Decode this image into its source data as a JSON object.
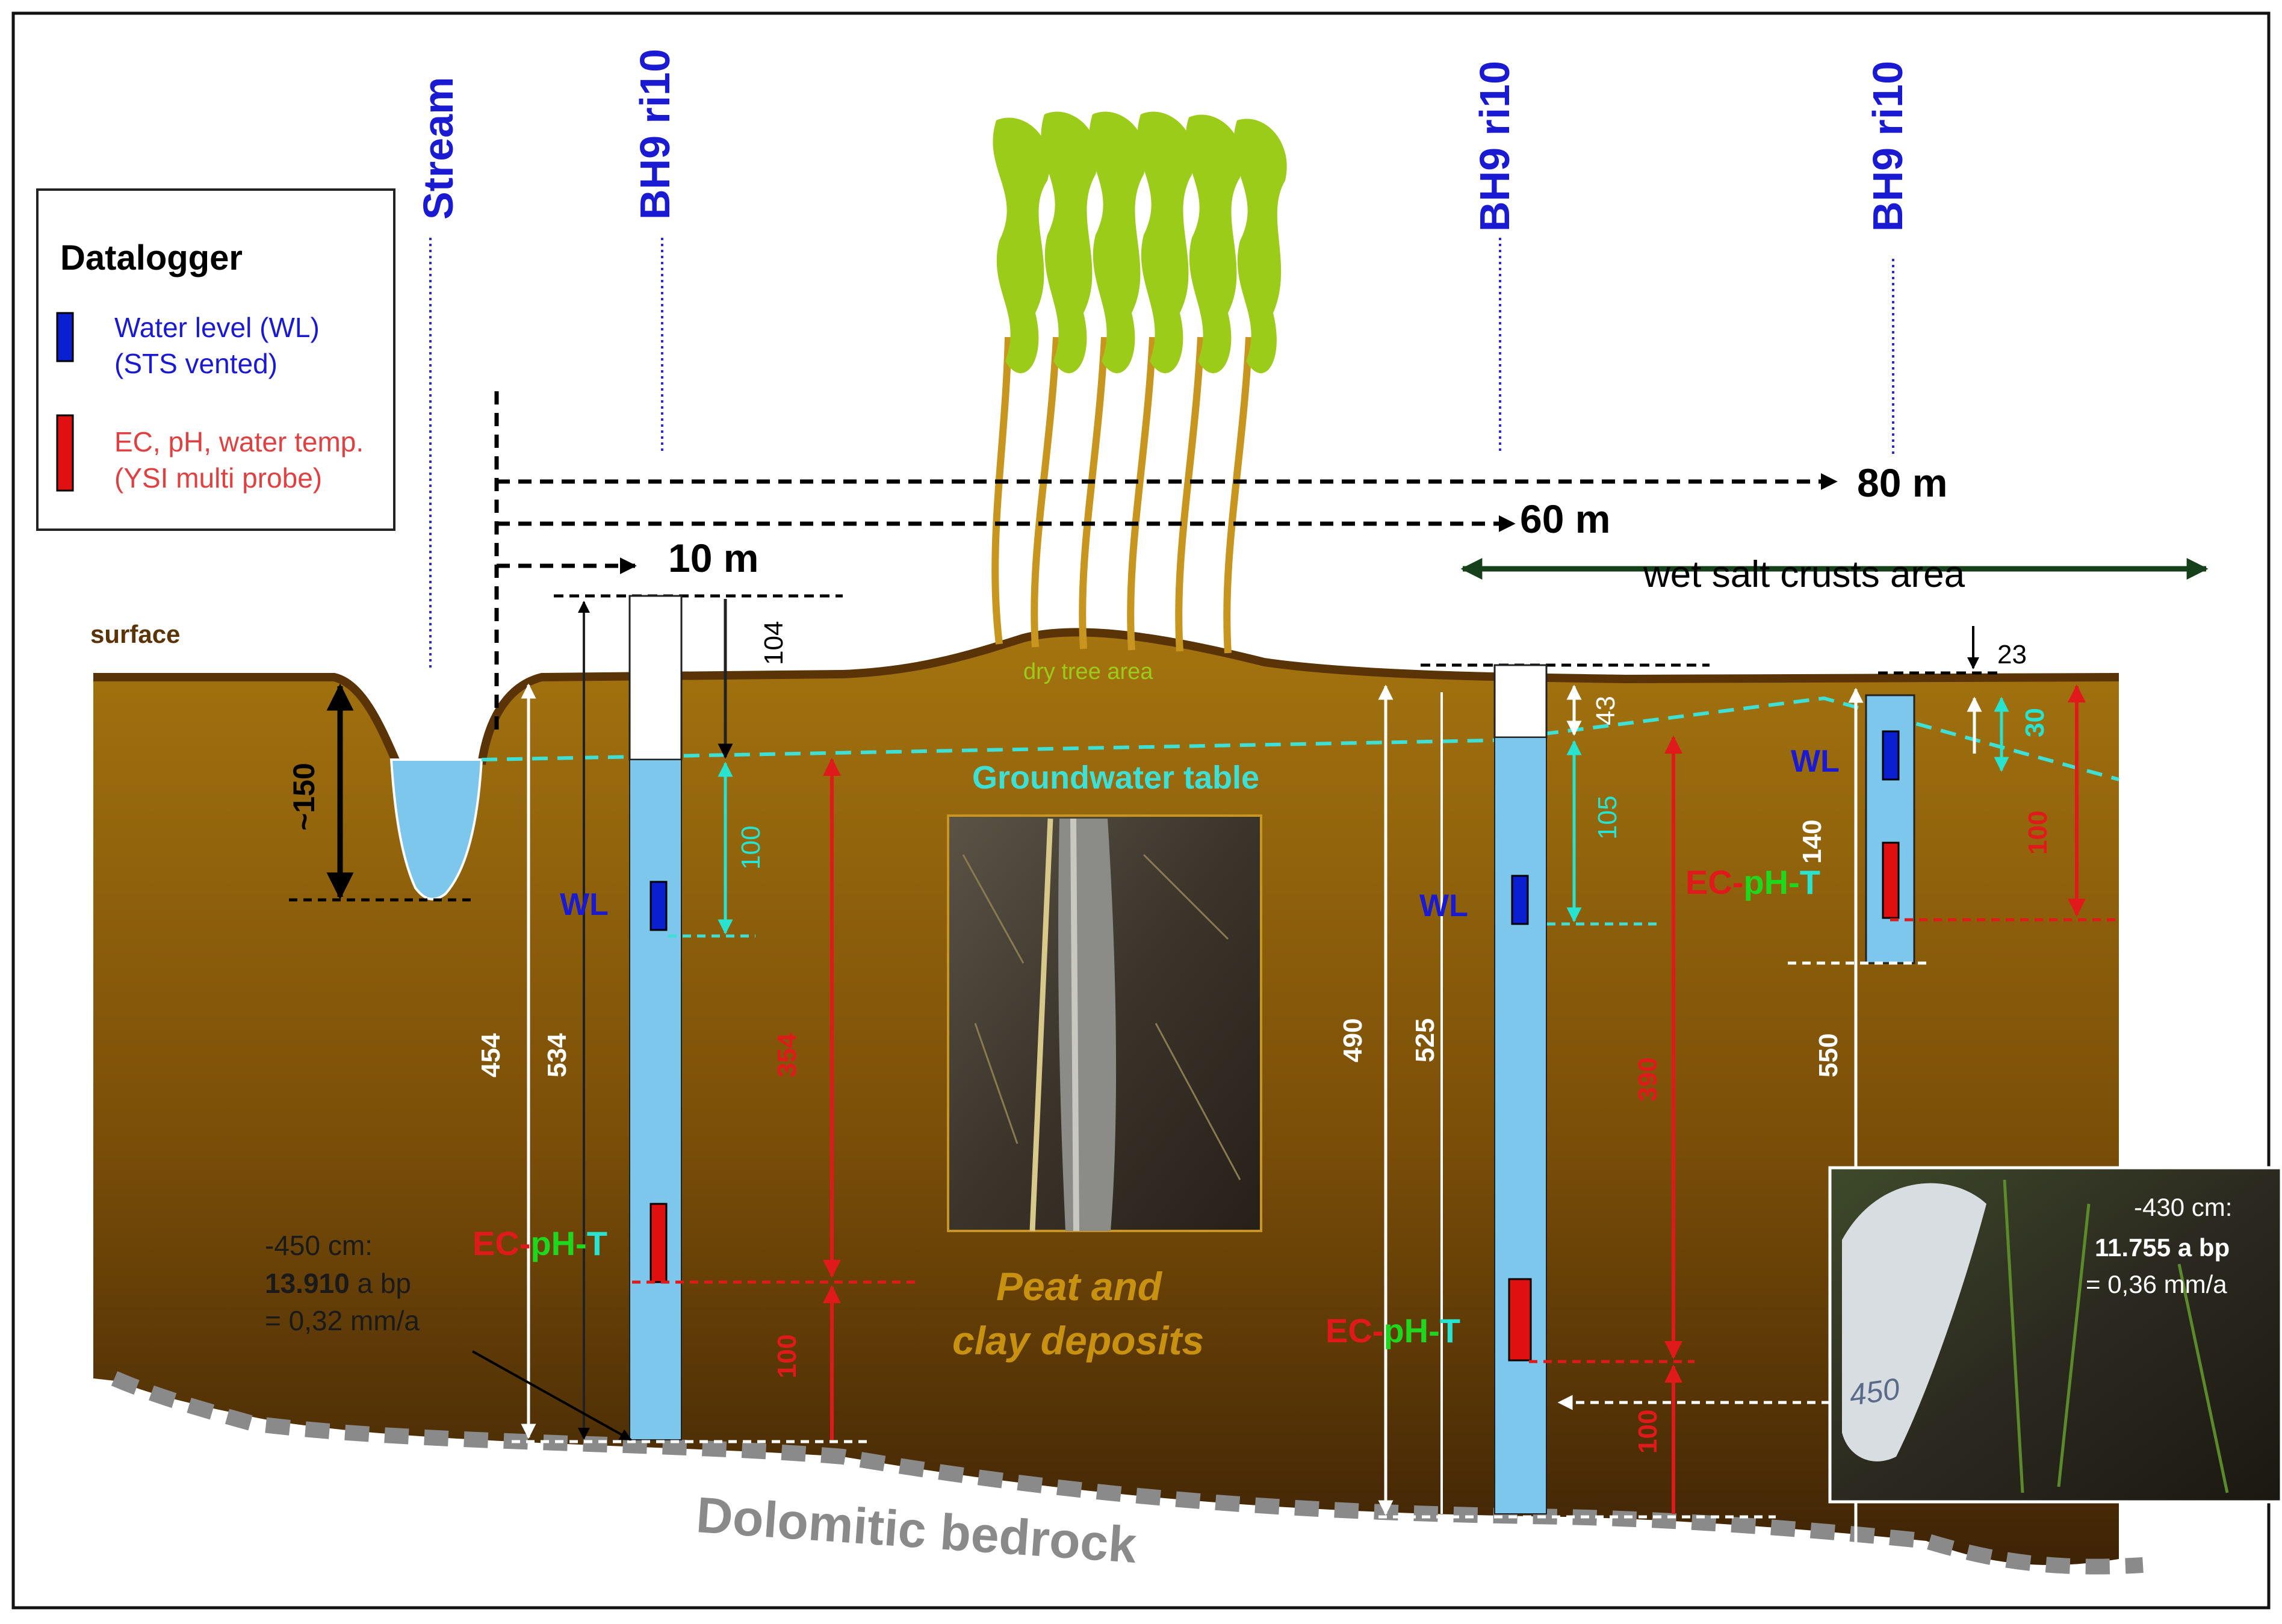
{
  "legend": {
    "title": "Datalogger",
    "wl_line1": "Water level (WL)",
    "wl_line2": "(STS vented)",
    "ec_line1": "EC, pH, water temp.",
    "ec_line2": "(YSI multi probe)"
  },
  "wells": {
    "stream": "Stream",
    "bh1": "BH9 ri10",
    "bh2": "BH9 ri10",
    "bh3": "BH9 ri10"
  },
  "distances": {
    "d10": "10 m",
    "d60": "60 m",
    "d80": "80 m"
  },
  "areas": {
    "wet_salt": "wet salt crusts area",
    "surface": "surface",
    "dry_tree": "dry tree area",
    "groundwater": "Groundwater table",
    "peat_line1": "Peat and",
    "peat_line2": "clay deposits",
    "bedrock": "Dolomitic bedrock"
  },
  "sensor_labels": {
    "wl": "WL",
    "ec": "EC",
    "dash": "-",
    "ph": "pH",
    "t": "T"
  },
  "measurements": {
    "stream_depth": "~150",
    "w1_casing": "104",
    "w1_wl": "100",
    "w1_total_a": "454",
    "w1_total_b": "534",
    "w1_ec": "354",
    "w1_bottom": "100",
    "w2_casing": "43",
    "w2_wl": "105",
    "w2_total_a": "490",
    "w2_total_b": "525",
    "w2_ec": "390",
    "w2_bottom": "100",
    "w3_casing": "23",
    "w3_wl": "30",
    "w3_mid": "140",
    "w3_ec": "100",
    "w3_total": "550"
  },
  "dating": {
    "d1_depth": "-450 cm:",
    "d1_age": "13.910",
    "d1_unit": " a bp",
    "d1_rate": "= 0,32 mm/a",
    "d2_depth": "-430 cm:",
    "d2_age": "11.755 a bp",
    "d2_rate": "= 0,36 mm/a",
    "photo_label": "450"
  },
  "colors": {
    "soil": "#9c6b0c",
    "soil_dark": "#3e2305",
    "water": "#7dc6ec",
    "groundwater": "#3ee0d6",
    "wl_logger": "#0a20d0",
    "ec_logger": "#e01010",
    "well_label": "#1a1ad2",
    "tree": "#9ccc1a",
    "trunk": "#c8961e",
    "red_dim": "#e01a1a",
    "cyan_dim": "#27e3cf"
  }
}
